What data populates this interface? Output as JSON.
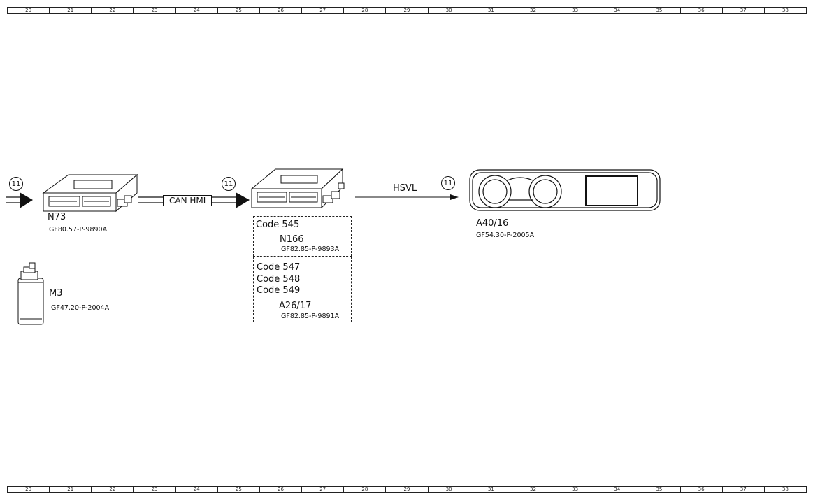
{
  "ruler": {
    "cells": [
      "20",
      "21",
      "22",
      "23",
      "24",
      "25",
      "26",
      "27",
      "28",
      "29",
      "30",
      "31",
      "32",
      "33",
      "34",
      "35",
      "36",
      "37",
      "38"
    ]
  },
  "connectors": {
    "ref_a": "11",
    "ref_b": "11",
    "ref_c": "11"
  },
  "components": {
    "n73": {
      "name": "N73",
      "ref": "GF80.57-P-9890A"
    },
    "m3": {
      "name": "M3",
      "ref": "GF47.20-P-2004A"
    },
    "n166": {
      "code": "Code 545",
      "name": "N166",
      "ref": "GF82.85-P-9893A"
    },
    "a26": {
      "codes": [
        "Code 547",
        "Code 548",
        "Code 549"
      ],
      "name": "A26/17",
      "ref": "GF82.85-P-9891A"
    },
    "a40": {
      "name": "A40/16",
      "ref": "GF54.30-P-2005A"
    }
  },
  "buses": {
    "can_hmi": "CAN HMI",
    "hsvl": "HSVL"
  }
}
